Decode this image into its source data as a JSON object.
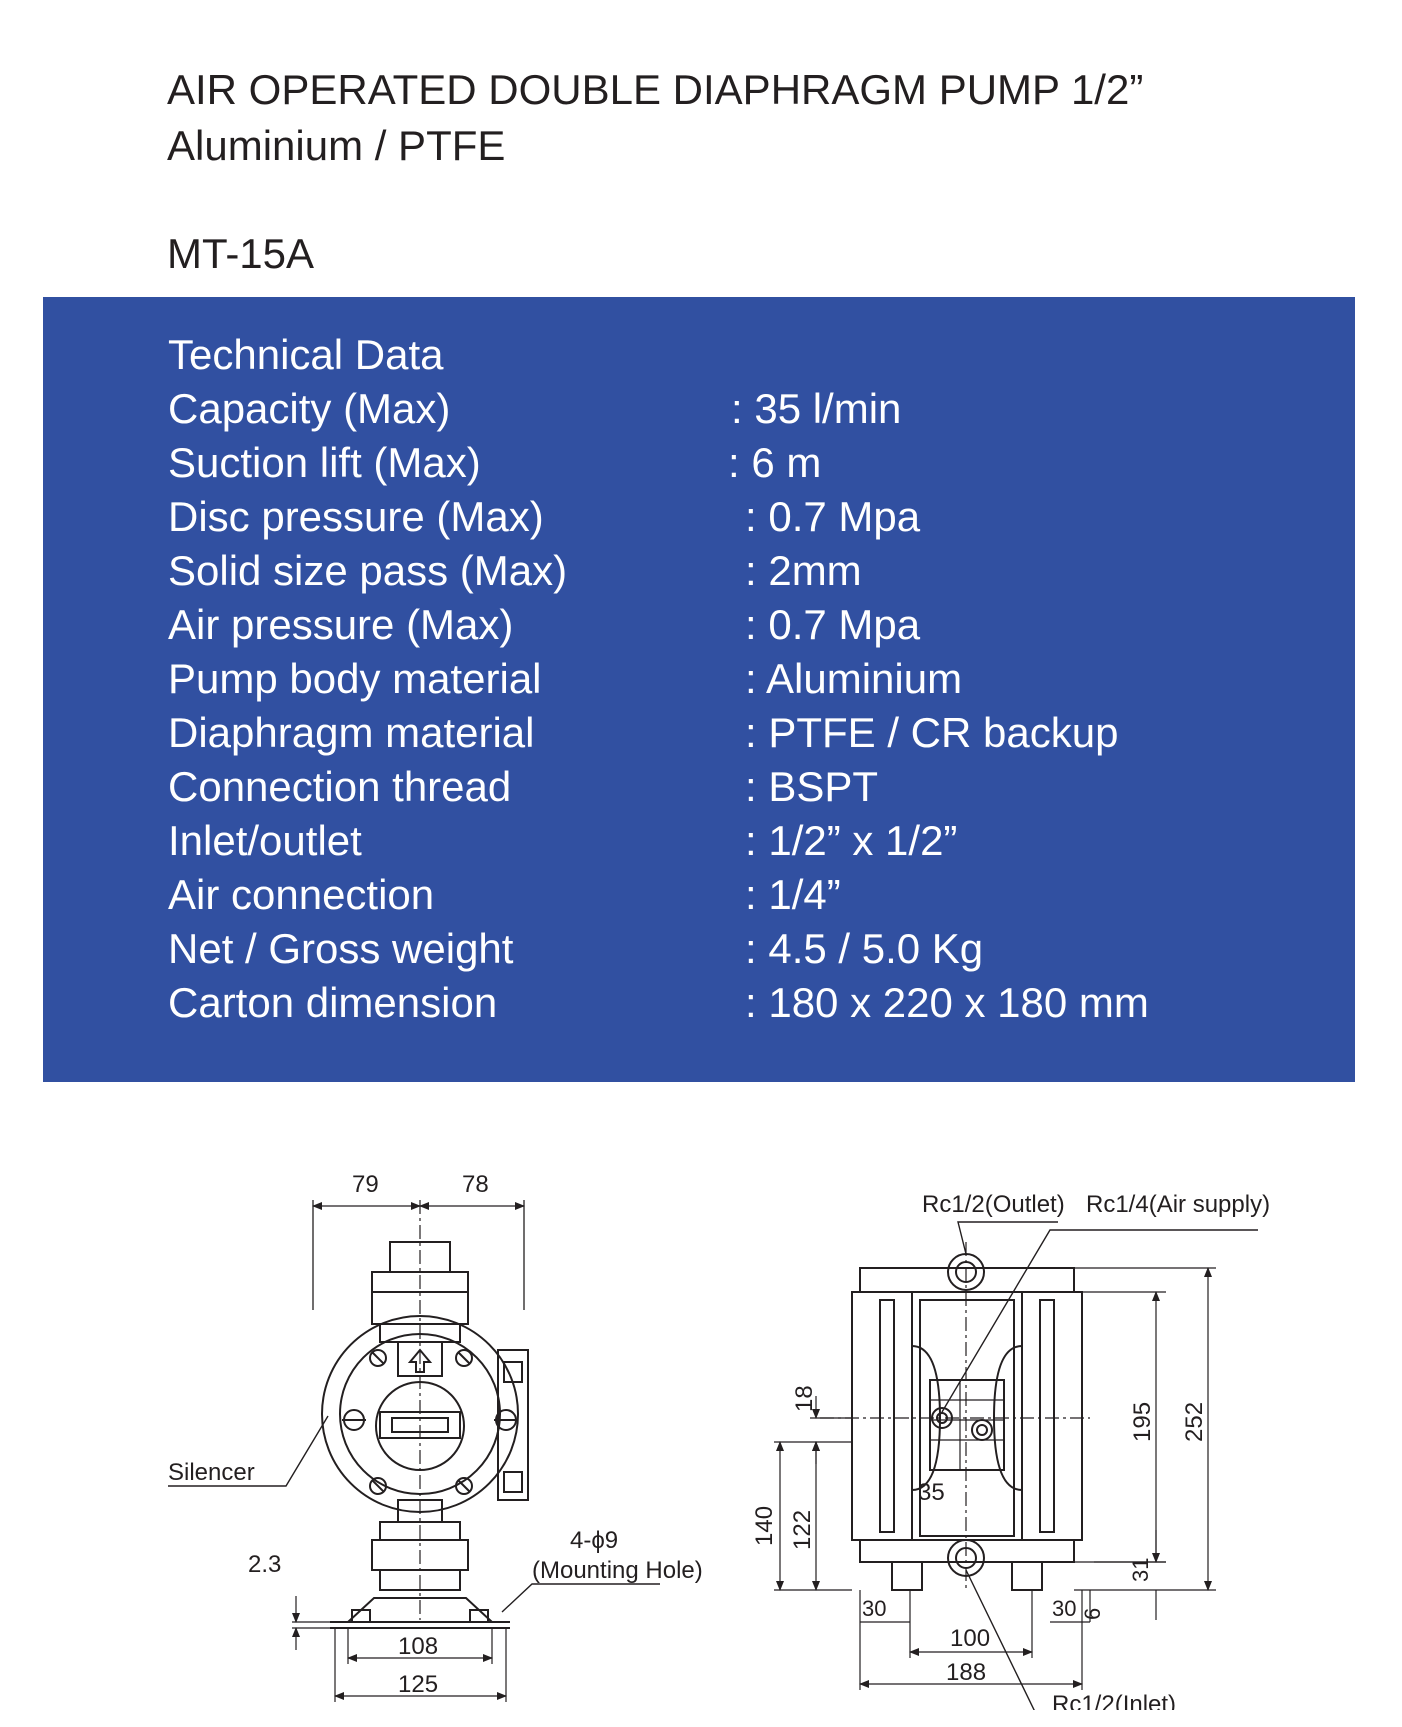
{
  "header": {
    "title_line1": "AIR OPERATED DOUBLE DIAPHRAGM PUMP 1/2”",
    "title_line2": "Aluminium / PTFE",
    "model": "MT-15A"
  },
  "specs": {
    "heading": "Technical Data",
    "rows": [
      {
        "label": "Capacity (Max)",
        "value": ": 35 l/min"
      },
      {
        "label": "Suction lift (Max)",
        "value": ": 6 m"
      },
      {
        "label": "Disc pressure (Max)",
        "value": ": 0.7 Mpa"
      },
      {
        "label": "Solid size pass (Max)",
        "value": ": 2mm"
      },
      {
        "label": "Air pressure (Max)",
        "value": ": 0.7 Mpa"
      },
      {
        "label": "Pump body material",
        "value": ": Aluminium"
      },
      {
        "label": "Diaphragm material",
        "value": ": PTFE / CR backup"
      },
      {
        "label": "Connection thread",
        "value": ": BSPT"
      },
      {
        "label": "Inlet/outlet",
        "value": ": 1/2” x 1/2”"
      },
      {
        "label": "Air connection",
        "value": ": 1/4”"
      },
      {
        "label": "Net / Gross weight",
        "value": ": 4.5 / 5.0 Kg"
      },
      {
        "label": "Carton dimension",
        "value": ": 180 x 220 x 180 mm"
      }
    ]
  },
  "colors": {
    "panel": "#3150a1",
    "text": "#231f20"
  },
  "drawing_front": {
    "dim_top_left": "79",
    "dim_top_right": "78",
    "silencer": "Silencer",
    "dim_foot": "2.3",
    "mounting_count": "4-ϕ9",
    "mounting_label": "(Mounting Hole)",
    "dim_base_inner": "108",
    "dim_base_outer": "125"
  },
  "drawing_side": {
    "outlet_label": "Rc1/2(Outlet)",
    "air_label": "Rc1/4(Air supply)",
    "inlet_label": "Rc1/2(Inlet)",
    "dim_18": "18",
    "dim_140": "140",
    "dim_122": "122",
    "dim_35": "35",
    "dim_195": "195",
    "dim_252": "252",
    "dim_31": "31",
    "dim_6": "6",
    "dim_30_left": "30",
    "dim_30_right": "30",
    "dim_100": "100",
    "dim_188": "188"
  }
}
